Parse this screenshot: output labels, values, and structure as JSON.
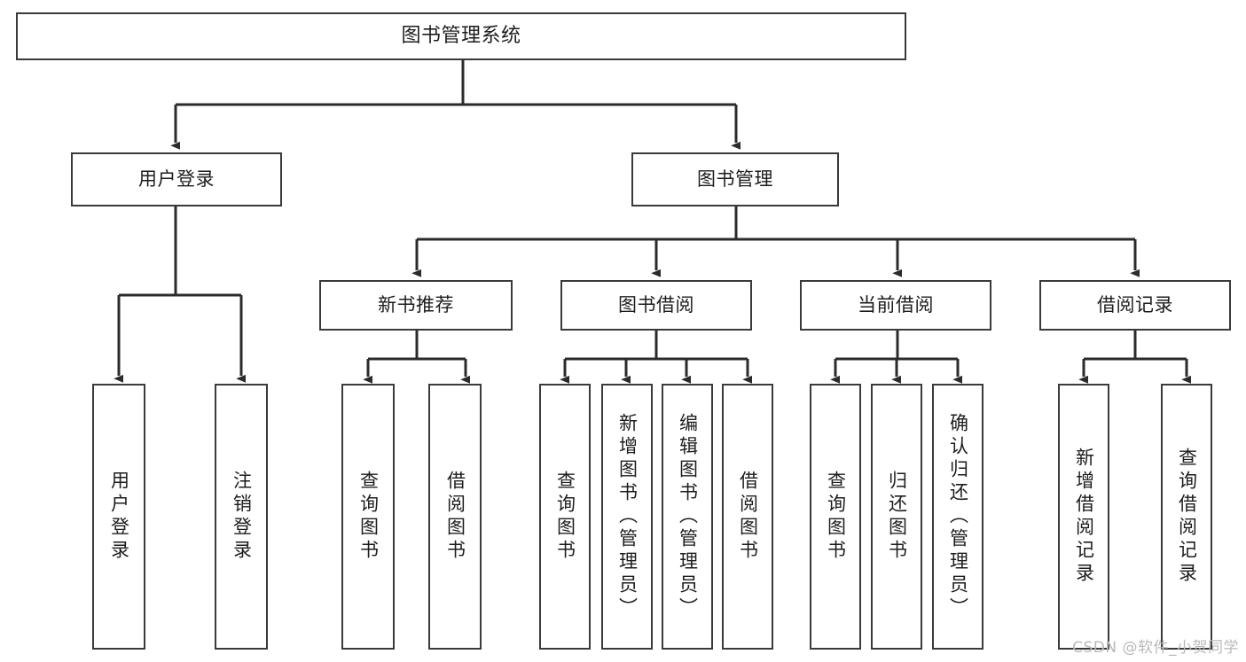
{
  "diagram": {
    "title": "图书管理系统",
    "type": "tree",
    "orientation": "top-down",
    "colors": {
      "box_border": "#3a3a3a",
      "box_fill": "#ffffff",
      "edge": "#2b2b2b",
      "text": "#1d1d1d",
      "watermark": "#b9b9b9",
      "background": "#ffffff"
    },
    "watermark": "CSDN @软件_小贺同学",
    "nodes": {
      "root": {
        "id": "root",
        "label": "图书管理系统",
        "level": 1,
        "orientation": "horizontal"
      },
      "l2": [
        {
          "id": "user-login",
          "label": "用户登录",
          "level": 2,
          "orientation": "horizontal"
        },
        {
          "id": "book-manage",
          "label": "图书管理",
          "level": 2,
          "orientation": "horizontal"
        }
      ],
      "l3": [
        {
          "id": "new-book-rec",
          "label": "新书推荐",
          "level": 3,
          "orientation": "horizontal",
          "parent": "book-manage"
        },
        {
          "id": "book-borrow",
          "label": "图书借阅",
          "level": 3,
          "orientation": "horizontal",
          "parent": "book-manage"
        },
        {
          "id": "current-borrow",
          "label": "当前借阅",
          "level": 3,
          "orientation": "horizontal",
          "parent": "book-manage"
        },
        {
          "id": "borrow-record",
          "label": "借阅记录",
          "level": 3,
          "orientation": "horizontal",
          "parent": "book-manage"
        }
      ],
      "l4": [
        {
          "id": "leaf-user-login",
          "label": "用户登录",
          "level": 4,
          "orientation": "vertical",
          "parent": "user-login"
        },
        {
          "id": "leaf-logout",
          "label": "注销登录",
          "level": 4,
          "orientation": "vertical",
          "parent": "user-login"
        },
        {
          "id": "leaf-query-book-1",
          "label": "查询图书",
          "level": 4,
          "orientation": "vertical",
          "parent": "new-book-rec"
        },
        {
          "id": "leaf-borrow-book-1",
          "label": "借阅图书",
          "level": 4,
          "orientation": "vertical",
          "parent": "new-book-rec"
        },
        {
          "id": "leaf-query-book-2",
          "label": "查询图书",
          "level": 4,
          "orientation": "vertical",
          "parent": "book-borrow"
        },
        {
          "id": "leaf-add-book",
          "label": "新增图书（管理员）",
          "level": 4,
          "orientation": "vertical",
          "parent": "book-borrow"
        },
        {
          "id": "leaf-edit-book",
          "label": "编辑图书（管理员）",
          "level": 4,
          "orientation": "vertical",
          "parent": "book-borrow"
        },
        {
          "id": "leaf-borrow-book-2",
          "label": "借阅图书",
          "level": 4,
          "orientation": "vertical",
          "parent": "book-borrow"
        },
        {
          "id": "leaf-query-book-3",
          "label": "查询图书",
          "level": 4,
          "orientation": "vertical",
          "parent": "current-borrow"
        },
        {
          "id": "leaf-return-book",
          "label": "归还图书",
          "level": 4,
          "orientation": "vertical",
          "parent": "current-borrow"
        },
        {
          "id": "leaf-confirm-return",
          "label": "确认归还（管理员）",
          "level": 4,
          "orientation": "vertical",
          "parent": "current-borrow"
        },
        {
          "id": "leaf-add-record",
          "label": "新增借阅记录",
          "level": 4,
          "orientation": "vertical",
          "parent": "borrow-record"
        },
        {
          "id": "leaf-query-record",
          "label": "查询借阅记录",
          "level": 4,
          "orientation": "vertical",
          "parent": "borrow-record"
        }
      ]
    }
  }
}
